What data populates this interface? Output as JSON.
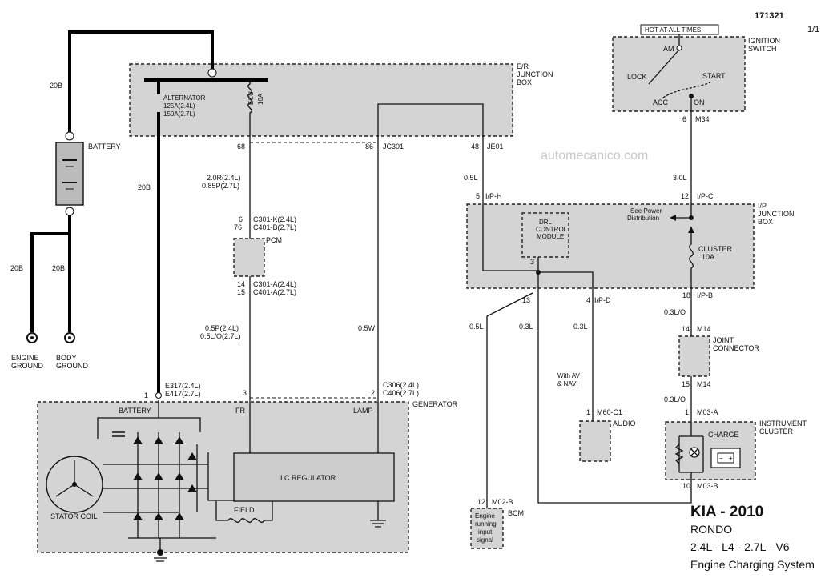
{
  "header": {
    "doc_number": "171321",
    "page": "1/1"
  },
  "watermark": "automecanico.com",
  "title_block": {
    "make": "KIA - 2010",
    "model": "RONDO",
    "engine": "2.4L  - L4 -  2.7L - V6",
    "system": "Engine Charging System"
  },
  "battery": {
    "label": "BATTERY",
    "wire_top": "20B",
    "wire_ground_engine": "20B",
    "wire_ground_body": "20B",
    "engine_ground": [
      "ENGINE",
      "GROUND"
    ],
    "body_ground": [
      "BODY",
      "GROUND"
    ]
  },
  "er_junction_box": {
    "label": [
      "E/R",
      "JUNCTION",
      "BOX"
    ],
    "alternator_fuse": [
      "ALTERNATOR",
      "125A(2.4L)",
      "150A(2.7L)"
    ],
    "ecu_fuse": [
      "ECU",
      "10A"
    ],
    "pin_68": "68",
    "pin_86": "86",
    "conn_86": "JC301",
    "pin_48": "48",
    "conn_48": "JE01"
  },
  "wires": {
    "alt_main": "20B",
    "ecu_wire": [
      "2.0R(2.4L)",
      "0.85P(2.7L)"
    ],
    "pcm_out": [
      "0.5P(2.4L)",
      "0.5L/O(2.7L)"
    ],
    "lamp_wire": "0.5W",
    "je01_wire": "0.5L",
    "ign_wire": "3.0L",
    "bcm_wire": "0.5L",
    "drl_wire": "0.3L",
    "audio_wire": "0.3L",
    "cluster_out": "0.3L/O",
    "joint_out": "0.3L/O"
  },
  "pcm": {
    "label": "PCM",
    "top_pins": [
      "6",
      "76"
    ],
    "top_conns": [
      "C301-K(2.4L)",
      "C401-B(2.7L)"
    ],
    "bottom_pins": [
      "14",
      "15"
    ],
    "bottom_conns": [
      "C301-A(2.4L)",
      "C401-A(2.7L)"
    ]
  },
  "generator": {
    "label": "GENERATOR",
    "pin_1": "1",
    "conn_1": [
      "E317(2.4L)",
      "E417(2.7L)"
    ],
    "pin_3": "3",
    "pin_2": "2",
    "conn_2": [
      "C306(2.4L)",
      "C406(2.7L)"
    ],
    "battery_terminal": "BATTERY",
    "fr_terminal": "FR",
    "lamp_terminal": "LAMP",
    "regulator": "I.C REGULATOR",
    "field": "FIELD",
    "stator": "STATOR COIL"
  },
  "ignition": {
    "hot_label": "HOT AT ALL TIMES",
    "label": [
      "IGNITION",
      "SWITCH"
    ],
    "positions": [
      "AM",
      "LOCK",
      "START",
      "ACC",
      "ON"
    ],
    "pin": "6",
    "conn": "M34"
  },
  "ip_junction_box": {
    "label": [
      "I/P",
      "JUNCTION",
      "BOX"
    ],
    "pin_h": "5",
    "conn_h": "I/P-H",
    "pin_c": "12",
    "conn_c": "I/P-C",
    "see_power": [
      "See Power",
      "Distribution"
    ],
    "drl": [
      "DRL",
      "CONTROL",
      "MODULE"
    ],
    "drl_pin": "3",
    "cluster_fuse": [
      "CLUSTER",
      "10A"
    ],
    "pin_13": "13",
    "pin_4": "4",
    "conn_d": "I/P-D",
    "pin_18": "18",
    "conn_b": "I/P-B"
  },
  "joint": {
    "label": [
      "JOINT",
      "CONNECTOR"
    ],
    "top_pin": "14",
    "top_conn": "M14",
    "bottom_pin": "15",
    "bottom_conn": "M14"
  },
  "audio": {
    "note": [
      "With AV",
      "& NAVI"
    ],
    "pin": "1",
    "conn": "M60-C1",
    "label": "AUDIO"
  },
  "bcm": {
    "pin": "12",
    "conn": "M02-B",
    "label": "BCM",
    "note": [
      "Engine",
      "running",
      "input",
      "signal"
    ]
  },
  "cluster": {
    "label": [
      "INSTRUMENT",
      "CLUSTER"
    ],
    "top_pin": "1",
    "top_conn": "M03-A",
    "charge": "CHARGE",
    "bottom_pin": "10",
    "bottom_conn": "M03-B"
  }
}
